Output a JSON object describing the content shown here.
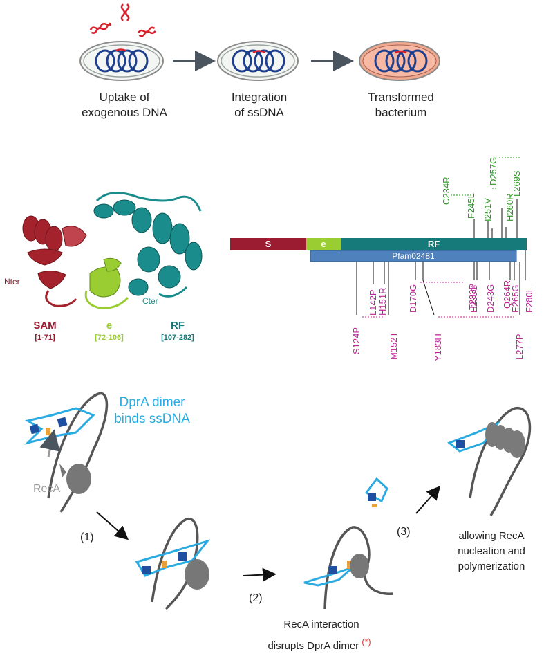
{
  "panel_a": {
    "captions": [
      "Uptake of\nexogenous DNA",
      "Integration\nof ssDNA",
      "Transformed\nbacterium"
    ]
  },
  "panel_b": {
    "structure_labels": {
      "nter": "Nter",
      "cter": "Cter",
      "sam_name": "SAM",
      "sam_range": "[1-71]",
      "e_name": "e",
      "e_range": "[72-106]",
      "rf_name": "RF",
      "rf_range": "[107-282]"
    },
    "bar": {
      "s": "S",
      "e": "e",
      "rf": "RF",
      "pfam": "Pfam02481"
    },
    "mutations_top": [
      "C234R",
      "F245L",
      "I251V",
      "D257G",
      "H260R",
      "L269S"
    ],
    "mutations_bottom": [
      "S124P",
      "L142P",
      "H151R",
      "M152T",
      "D170G",
      "Y183H",
      "T233P",
      "E235G",
      "D243G",
      "Q264R",
      "E265G",
      "L277P",
      "F280L"
    ]
  },
  "panel_c": {
    "dimer_label": "DprA dimer\nbinds ssDNA",
    "reca_label": "RecA",
    "step1": "(1)",
    "step2": "(2)",
    "step3": "(3)",
    "interaction_line1": "RecA interaction",
    "interaction_line2": "disrupts DprA dimer",
    "star": "(*)",
    "result_label": "allowing RecA\nnucleation and\npolymerization"
  },
  "colors": {
    "sam": "#9b1b30",
    "e": "#9acd32",
    "rf": "#167a7a",
    "pfam": "#4f81bd",
    "green_mut": "#2a9a1f",
    "magenta_mut": "#c0229a",
    "dprA": "#29abe2",
    "dna_blue": "#1f3f8f"
  }
}
